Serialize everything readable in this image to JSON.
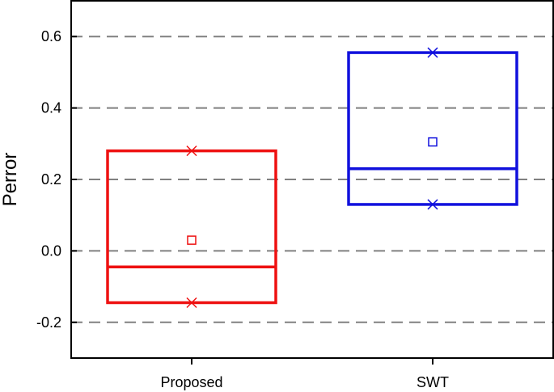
{
  "chart_data": {
    "type": "box",
    "title": "",
    "xlabel": "",
    "ylabel": "Perror",
    "ylim": [
      -0.3,
      0.7
    ],
    "yticks": [
      -0.2,
      0.0,
      0.2,
      0.4,
      0.6
    ],
    "ytick_labels": [
      "-0.2",
      "0.0",
      "0.2",
      "0.4",
      "0.6"
    ],
    "grid": "horizontal dashed at y ticks",
    "legend": "none",
    "categories": [
      "Proposed",
      "SWT"
    ],
    "boxes": [
      {
        "category": "Proposed",
        "color": "#ee1111",
        "q1": -0.145,
        "median": -0.045,
        "q3": 0.28,
        "mean": 0.03,
        "min": -0.145,
        "max": 0.28
      },
      {
        "category": "SWT",
        "color": "#1111dd",
        "q1": 0.13,
        "median": 0.23,
        "q3": 0.555,
        "mean": 0.305,
        "min": 0.13,
        "max": 0.555
      }
    ]
  }
}
